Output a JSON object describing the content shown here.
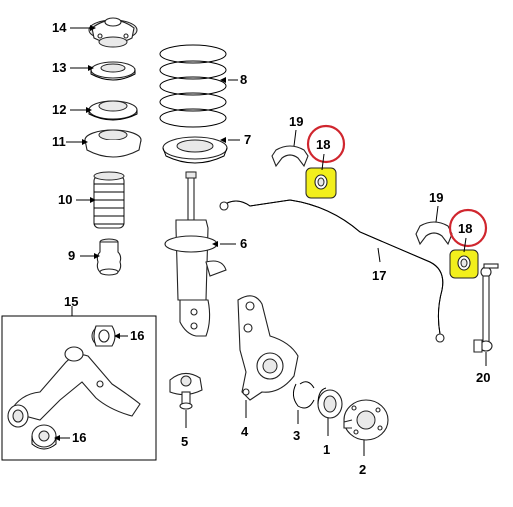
{
  "diagram": {
    "labels": {
      "p1": "1",
      "p2": "2",
      "p3": "3",
      "p4": "4",
      "p5": "5",
      "p6": "6",
      "p7": "7",
      "p8": "8",
      "p9": "9",
      "p10": "10",
      "p11": "11",
      "p12": "12",
      "p13": "13",
      "p14": "14",
      "p15": "15",
      "p16a": "16",
      "p16b": "16",
      "p17": "17",
      "p18a": "18",
      "p18b": "18",
      "p19a": "19",
      "p19b": "19",
      "p20": "20"
    },
    "colors": {
      "highlight": "#f2ef1c",
      "callout_circle": "#d0262e",
      "line": "#000000"
    }
  }
}
